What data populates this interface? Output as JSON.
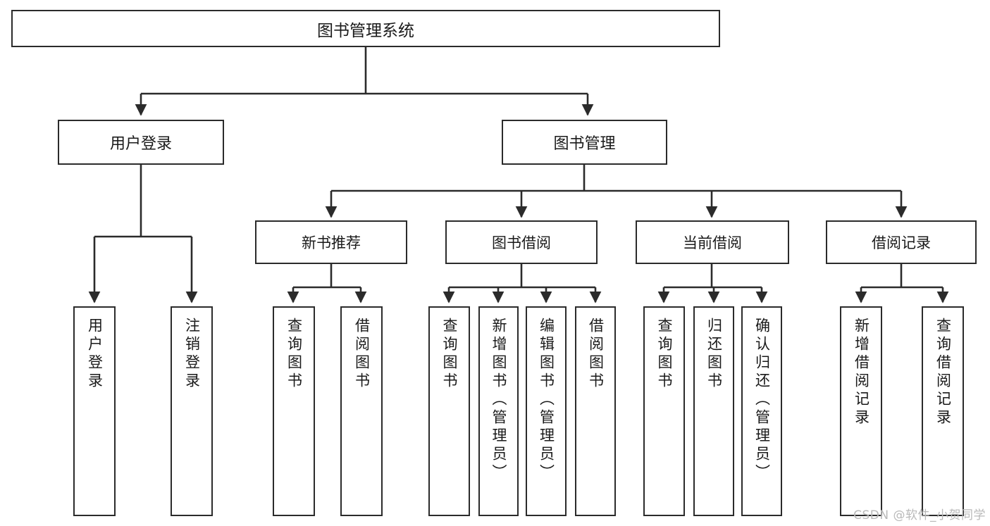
{
  "diagram": {
    "title": "图书管理系统",
    "type": "hierarchy-tree",
    "watermark": "CSDN @软件_小贺同学",
    "line_color": "#2b2b2b",
    "box_fill": "#ffffff",
    "text_color": "#1a1a1a",
    "watermark_color": "#b9b9b9"
  },
  "root": {
    "label": "图书管理系统"
  },
  "level2": [
    {
      "label": "用户登录"
    },
    {
      "label": "图书管理"
    }
  ],
  "level3": [
    {
      "label": "新书推荐"
    },
    {
      "label": "图书借阅"
    },
    {
      "label": "当前借阅"
    },
    {
      "label": "借阅记录"
    }
  ],
  "leaves": {
    "user_login": [
      {
        "label": "用户登录"
      },
      {
        "label": "注销登录"
      }
    ],
    "new_book_recommend": [
      {
        "label": "查询图书"
      },
      {
        "label": "借阅图书"
      }
    ],
    "book_borrow": [
      {
        "label": "查询图书"
      },
      {
        "label": "新增图书（管理员）"
      },
      {
        "label": "编辑图书（管理员）"
      },
      {
        "label": "借阅图书"
      }
    ],
    "current_borrow": [
      {
        "label": "查询图书"
      },
      {
        "label": "归还图书"
      },
      {
        "label": "确认归还（管理员）"
      }
    ],
    "borrow_record": [
      {
        "label": "新增借阅记录"
      },
      {
        "label": "查询借阅记录"
      }
    ]
  }
}
